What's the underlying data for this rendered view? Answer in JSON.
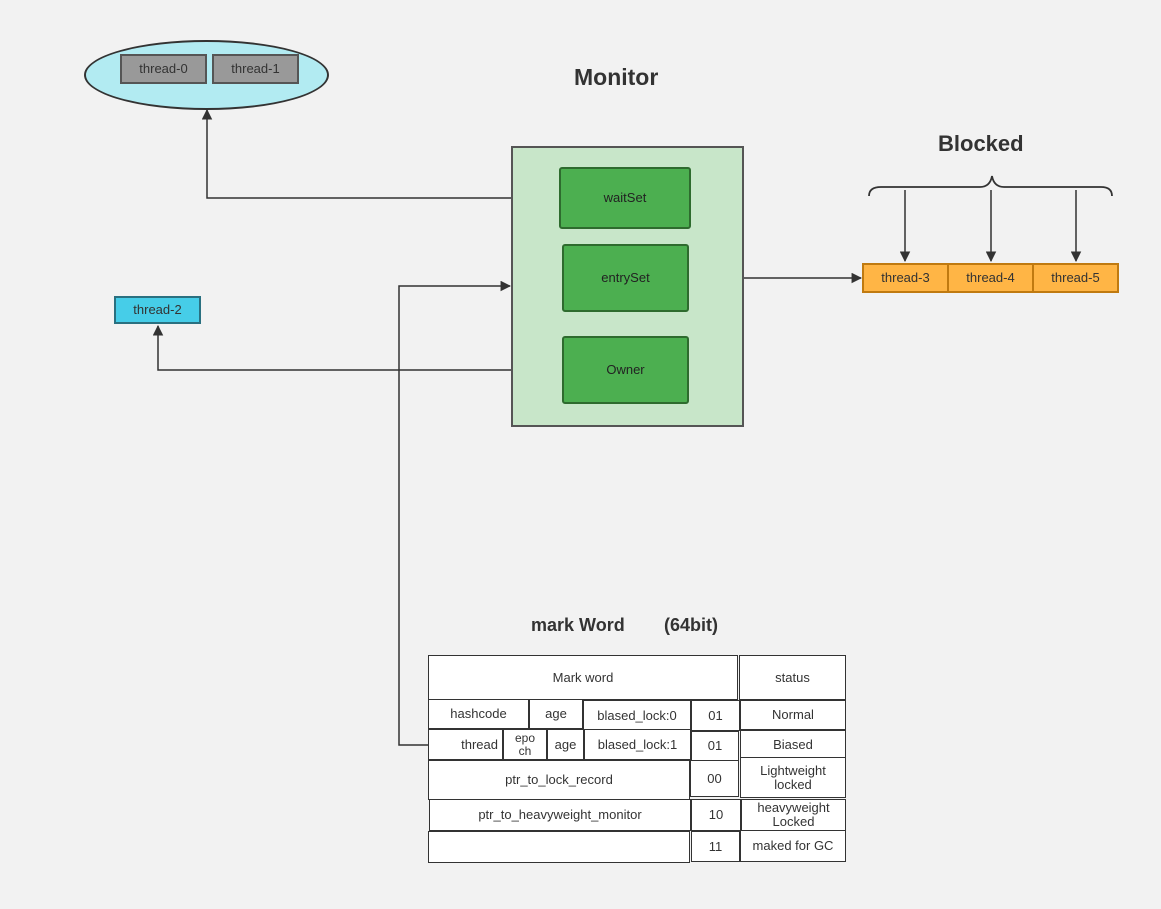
{
  "titles": {
    "monitor": "Monitor",
    "blocked": "Blocked",
    "mark_word": "mark Word",
    "mark_word_bits": "(64bit)"
  },
  "wait_pool": {
    "threads": [
      "thread-0",
      "thread-1"
    ]
  },
  "monitor": {
    "wait_set": "waitSet",
    "entry_set": "entrySet",
    "owner": "Owner"
  },
  "owner_thread": "thread-2",
  "blocked_threads": [
    "thread-3",
    "thread-4",
    "thread-5"
  ],
  "colors": {
    "background": "#f2f2f2",
    "monitor_bg": "#c8e6c9",
    "monitor_item": "#4caf50",
    "blocked_thread": "#ffb545",
    "owner_thread": "#46cde8",
    "wait_pool_bg": "#b2ebf2",
    "wait_thread": "#999999"
  },
  "mark_table": {
    "header": {
      "mark_word": "Mark word",
      "status": "status"
    },
    "rows": {
      "normal": {
        "hashcode": "hashcode",
        "age": "age",
        "biased_lock": "blased_lock:0",
        "bits": "01",
        "status": "Normal"
      },
      "biased": {
        "thread": "thread",
        "epoch": "epo ch",
        "age": "age",
        "biased_lock": "blased_lock:1",
        "bits": "01",
        "status": "Biased"
      },
      "lightweight": {
        "ptr": "ptr_to_lock_record",
        "bits": "00",
        "status": "Lightweight locked"
      },
      "heavyweight": {
        "ptr": "ptr_to_heavyweight_monitor",
        "bits": "10",
        "status": "heavyweight Locked"
      },
      "gc": {
        "ptr": "",
        "bits": "11",
        "status": "maked for GC"
      }
    }
  }
}
